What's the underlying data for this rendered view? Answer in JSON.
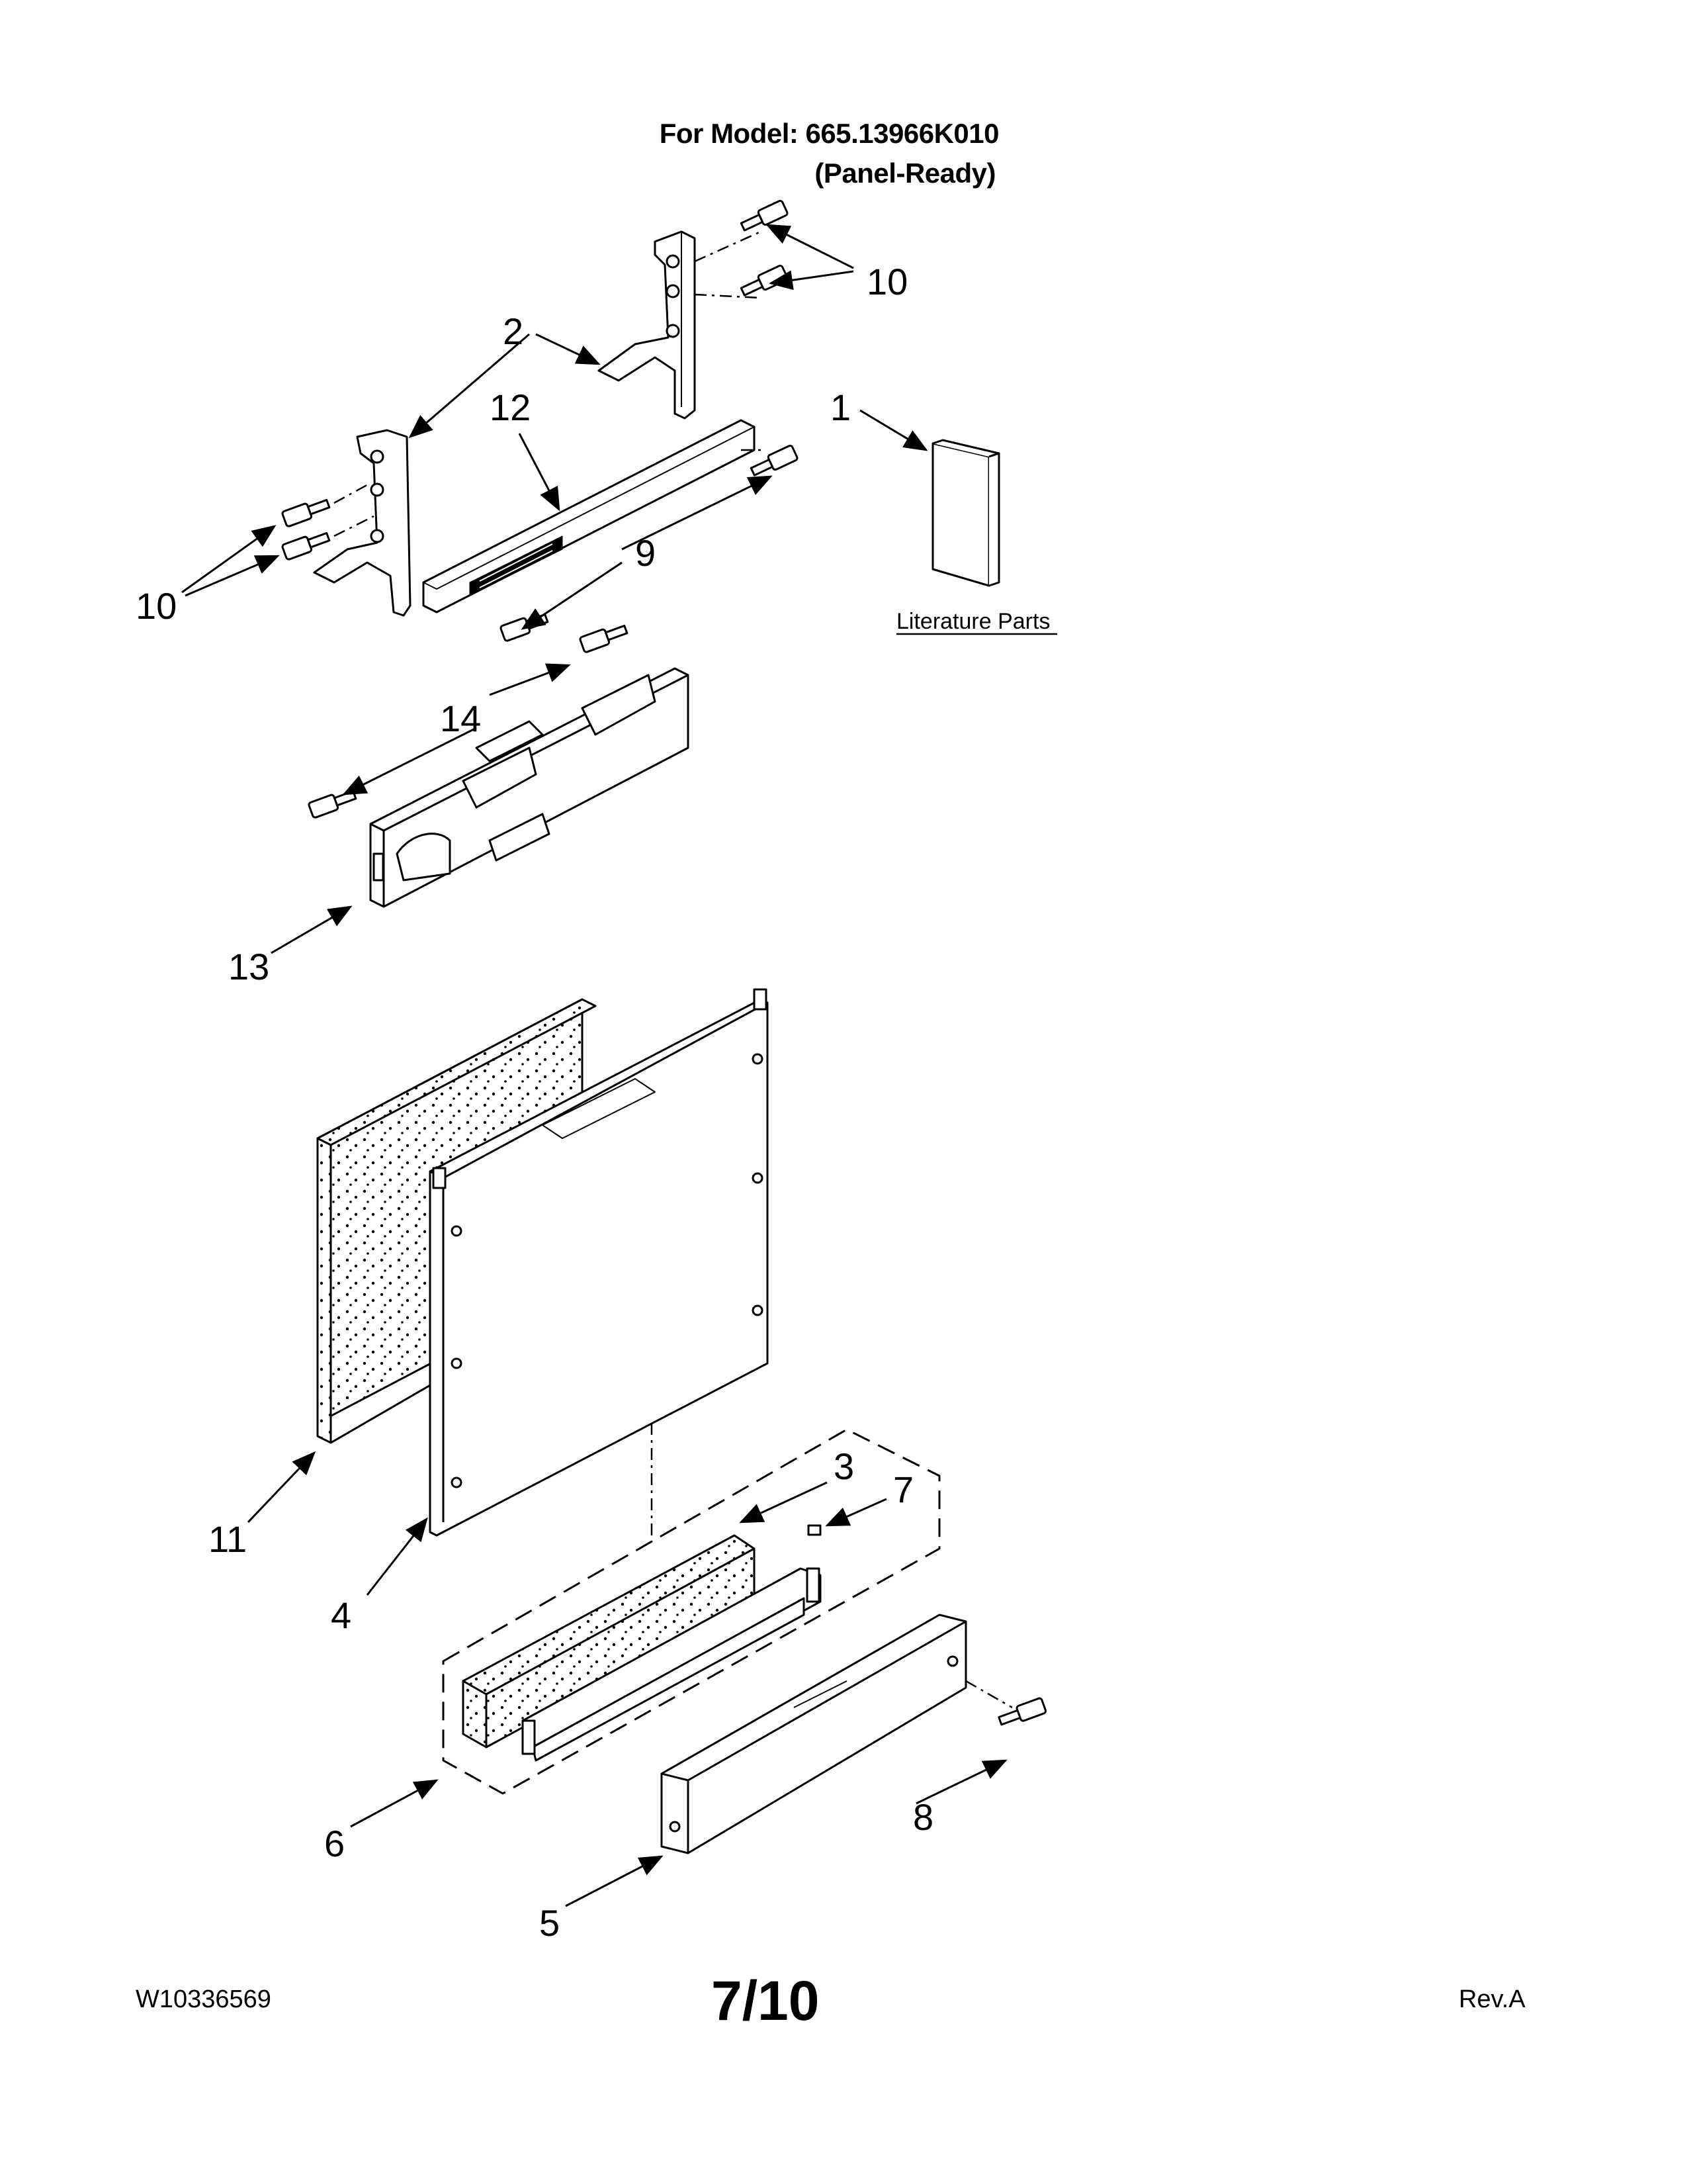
{
  "header": {
    "model_line": "For Model: 665.13966K010",
    "variant_line": "(Panel-Ready)"
  },
  "callouts": {
    "c1": "1",
    "c2": "2",
    "c3": "3",
    "c4": "4",
    "c5": "5",
    "c6": "6",
    "c7": "7",
    "c8": "8",
    "c9": "9",
    "c10": "10",
    "c11": "11",
    "c12": "12",
    "c13": "13",
    "c14": "14"
  },
  "literature_label": "Literature Parts",
  "footer": {
    "doc_number": "W10336569",
    "page": "7/10",
    "revision": "Rev.A"
  }
}
